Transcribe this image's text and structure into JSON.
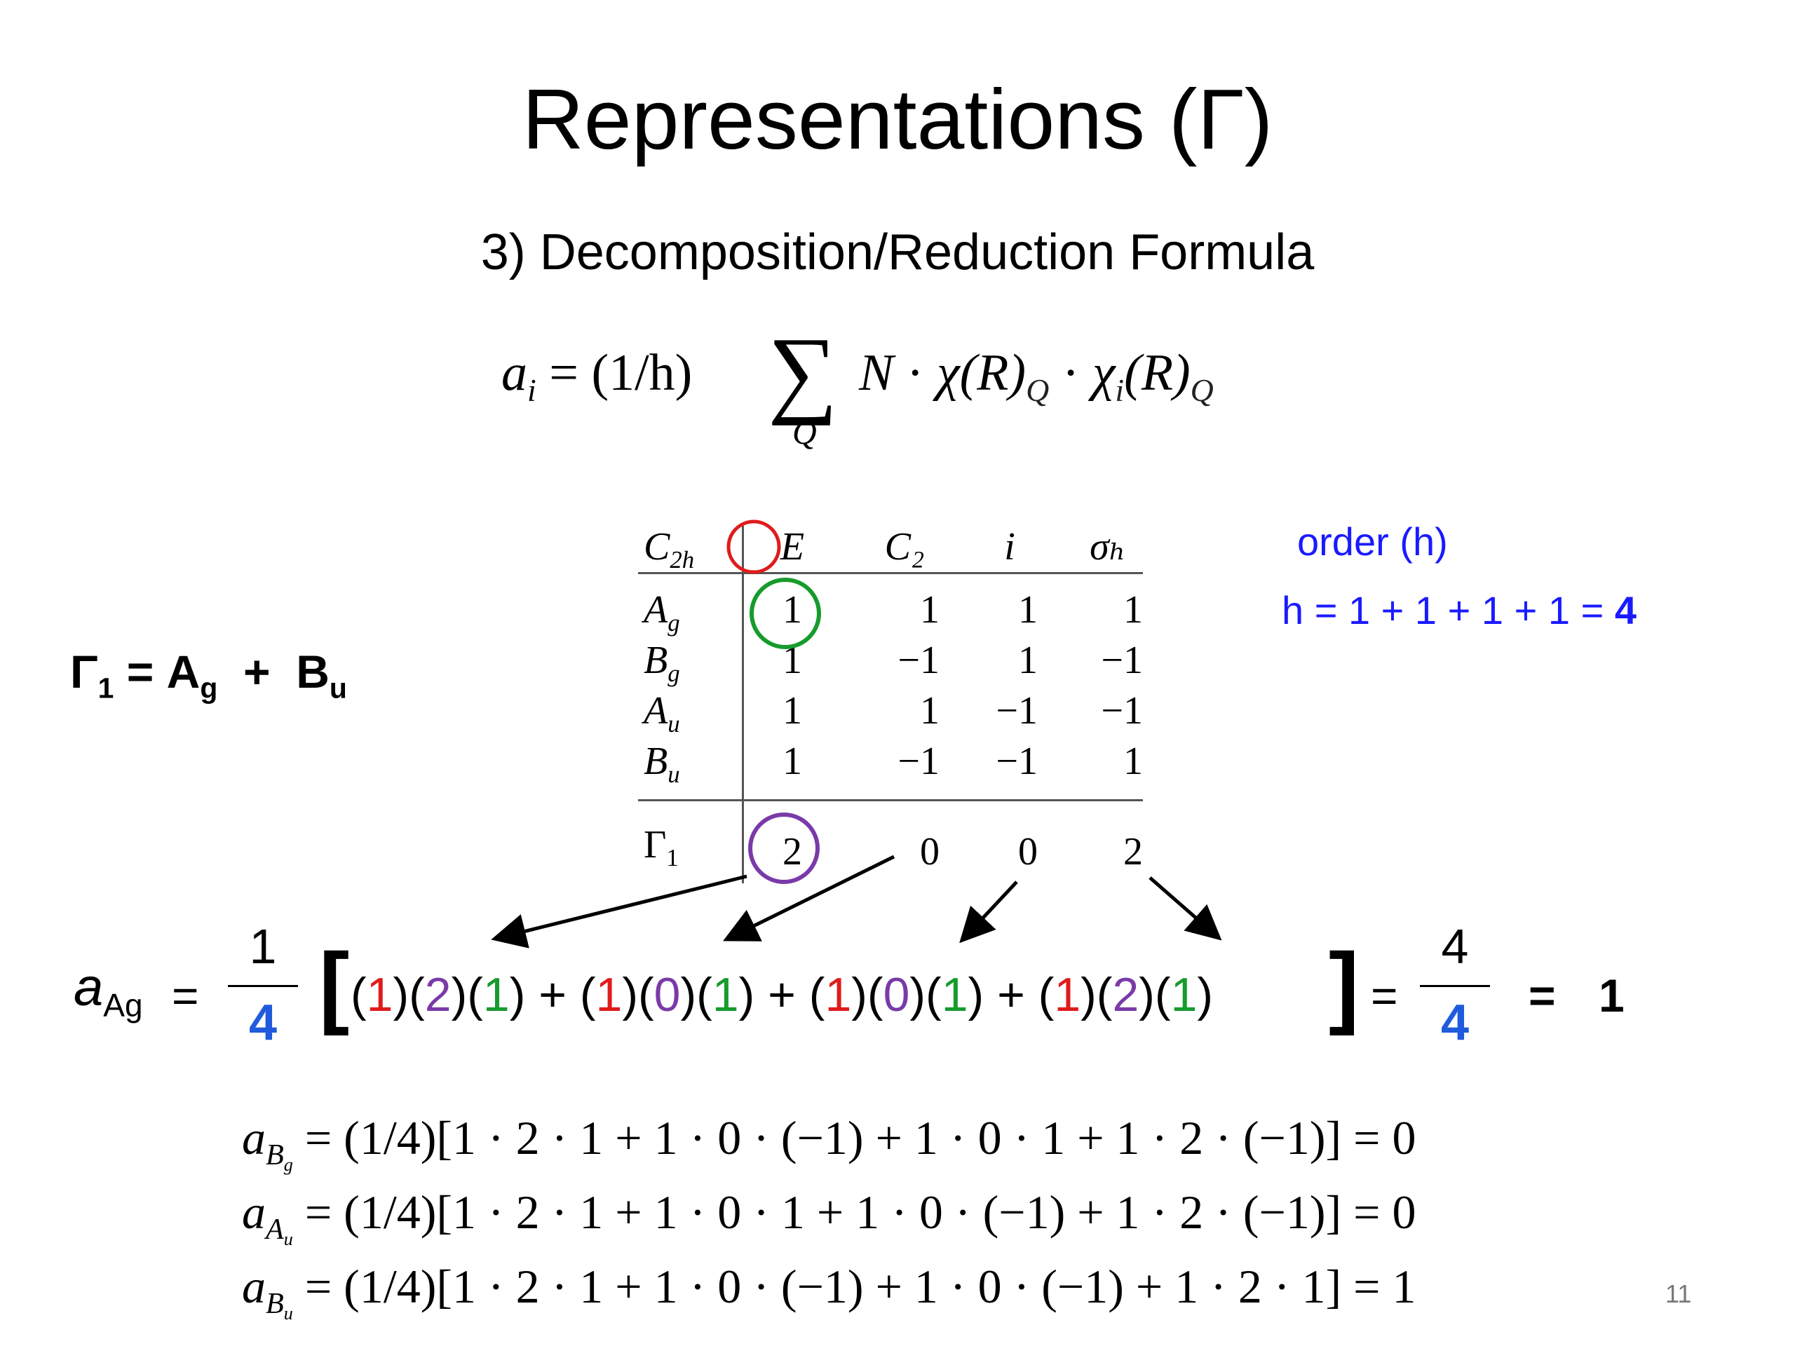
{
  "slide": {
    "title": "Representations (Γ)",
    "subtitle": "3) Decomposition/Reduction Formula",
    "page_number": "11"
  },
  "formula": {
    "lhs_var": "a",
    "lhs_sub": "i",
    "eq_prefix": "= (1/h)",
    "sigma": "∑",
    "sum_index": "Q",
    "N": "N",
    "dot": "·",
    "chi": "χ(R)",
    "chi_sub": "Q",
    "chi_i": "χ",
    "chi_i_sub": "i",
    "chi_i_rest": "(R)",
    "chi_i_sub2": "Q"
  },
  "char_table": {
    "group_main": "C",
    "group_sub": "2h",
    "headers": [
      "E",
      "C₂",
      "i",
      "σₕ"
    ],
    "irreps": [
      {
        "main": "A",
        "sub": "g",
        "chars": [
          "1",
          "1",
          "1",
          "1"
        ]
      },
      {
        "main": "B",
        "sub": "g",
        "chars": [
          "1",
          "−1",
          "1",
          "−1"
        ]
      },
      {
        "main": "A",
        "sub": "u",
        "chars": [
          "1",
          "1",
          "−1",
          "−1"
        ]
      },
      {
        "main": "B",
        "sub": "u",
        "chars": [
          "1",
          "−1",
          "−1",
          "1"
        ]
      }
    ],
    "gamma_main": "Γ",
    "gamma_sub": "1",
    "gamma_chars": [
      "2",
      "0",
      "0",
      "2"
    ]
  },
  "order": {
    "label": "order (h)",
    "equation": "h = 1 + 1 + 1 + 1 =",
    "value": "4"
  },
  "decomposition": {
    "gamma": "Γ",
    "gamma_sub": "1",
    "eq": " = A",
    "a_sub": "g",
    "plus": "  +  B",
    "b_sub": "u"
  },
  "worked_example": {
    "lhs_var": "a",
    "lhs_sub": "Ag",
    "eq1": "=",
    "frac1_num": "1",
    "frac1_den": "4",
    "bracket_open": "[",
    "bracket_close": "]",
    "terms": [
      [
        "1",
        "2",
        "1"
      ],
      [
        "1",
        "0",
        "1"
      ],
      [
        "1",
        "0",
        "1"
      ],
      [
        "1",
        "2",
        "1"
      ]
    ],
    "plus": " + ",
    "eq2": "=",
    "frac2_num": "4",
    "frac2_den": "4",
    "eq3": "=",
    "result": "1",
    "colors": {
      "red": "#e01b1b",
      "purple": "#7a3aa8",
      "green": "#169b2c",
      "blue": "#1f5bdc"
    }
  },
  "results": [
    {
      "var": "a",
      "sub_main": "B",
      "sub_sub": "g",
      "expr": " = (1/4)[1 · 2 · 1 + 1 · 0 · (−1) + 1 · 0 · 1 + 1 · 2 · (−1)] = 0"
    },
    {
      "var": "a",
      "sub_main": "A",
      "sub_sub": "u",
      "expr": " = (1/4)[1 · 2 · 1 + 1 · 0 · 1 + 1 · 0 · (−1) + 1 · 2 · (−1)] = 0"
    },
    {
      "var": "a",
      "sub_main": "B",
      "sub_sub": "u",
      "expr": " = (1/4)[1 · 2 · 1 + 1 · 0 · (−1) + 1 · 0 · (−1) + 1 · 2 · 1] = 1"
    }
  ]
}
